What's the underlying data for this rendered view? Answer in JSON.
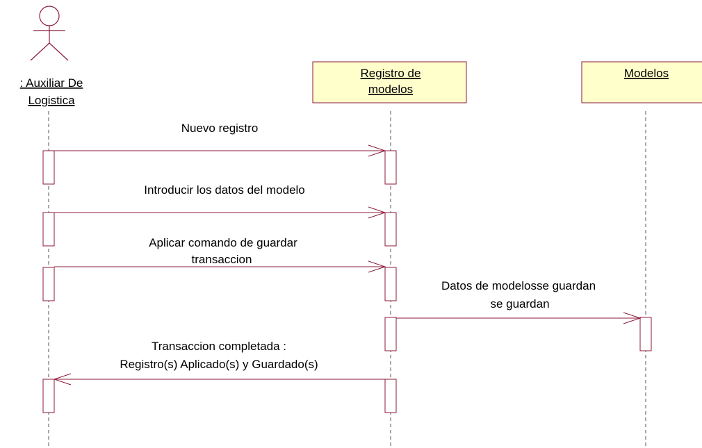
{
  "actor": {
    "name_line1": ": Auxiliar De",
    "name_line2": "Logistica"
  },
  "objects": [
    {
      "id": "registro",
      "line1": "Registro de",
      "line2": "modelos"
    },
    {
      "id": "modelos",
      "line1": "Modelos",
      "line2": ""
    }
  ],
  "messages": [
    {
      "id": "nuevo-registro",
      "line1": "Nuevo registro",
      "line2": ""
    },
    {
      "id": "introducir-datos",
      "line1": "Introducir los datos del modelo",
      "line2": ""
    },
    {
      "id": "aplicar-comando",
      "line1": "Aplicar comando de guardar",
      "line2": "transaccion"
    },
    {
      "id": "datos-guardan",
      "line1": "Datos de modelosse guardan",
      "line2": "se guardan"
    },
    {
      "id": "transaccion-completada",
      "line1": "Transaccion completada :",
      "line2": "Registro(s) Aplicado(s) y Guardado(s)"
    }
  ],
  "colors": {
    "line": "#8b1a3a",
    "object_fill": "#ffffcc",
    "lifeline": "#555555"
  }
}
